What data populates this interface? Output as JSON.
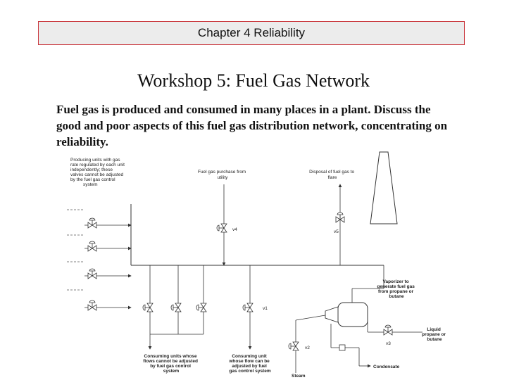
{
  "header": {
    "chapter": "Chapter 4 Reliability"
  },
  "title": "Workshop 5: Fuel Gas Network",
  "description": "Fuel gas is produced and consumed in many places in a plant. Discuss the good and poor aspects of this fuel gas distribution network, concentrating on reliability.",
  "diagram": {
    "producing_units_label": [
      "Producing units with gas",
      "rate regulated by each unit",
      "independently; these",
      "valves cannot be adjusted",
      "by the fuel gas control",
      "system"
    ],
    "purchase_label": [
      "Fuel gas purchase from",
      "utility"
    ],
    "disposal_label": [
      "Disposal of fuel gas to",
      "flare"
    ],
    "vaporizer_label": [
      "Vaporizer to",
      "generate fuel gas",
      "from propane or",
      "butane"
    ],
    "liquid_label": [
      "Liquid",
      "propane or",
      "butane"
    ],
    "consuming_fixed_label": [
      "Consuming units whose",
      "flows cannot be adjusted",
      "by fuel gas control",
      "system"
    ],
    "consuming_adjustable_label": [
      "Consuming unit",
      "whose flow can be",
      "adjusted by fuel",
      "gas control system"
    ],
    "condensate_label": "Condensate",
    "steam_label": "Steam",
    "valves": {
      "v1": "v1",
      "v2": "v2",
      "v3": "v3",
      "v4": "v4",
      "v5": "v5"
    }
  }
}
